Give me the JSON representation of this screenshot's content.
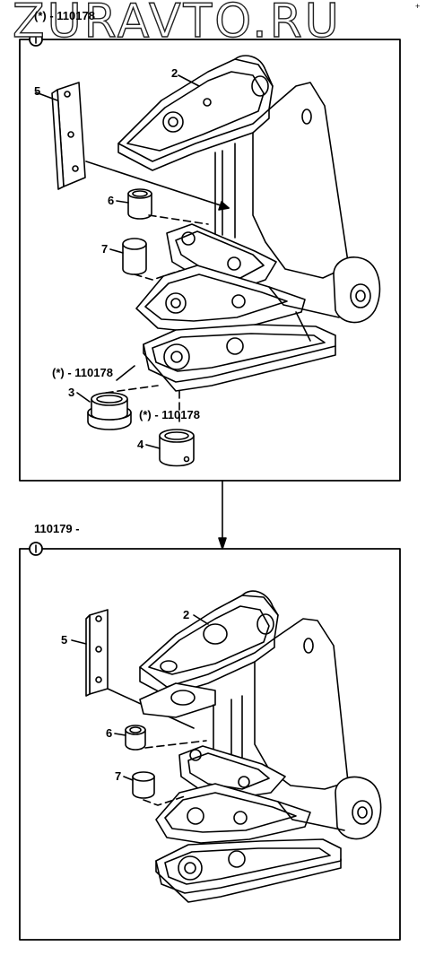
{
  "watermark": "ZURAVTO.RU",
  "top_panel": {
    "serial_range": "(*) - 110178",
    "marker": "1",
    "callouts": {
      "c2": "2",
      "c5": "5",
      "c6": "6",
      "c7": "7",
      "c3": "3",
      "c4": "4",
      "serial3": "(*) - 110178",
      "serial4": "(*) - 110178"
    }
  },
  "bottom_panel": {
    "serial_range": "110179 -",
    "marker": "1",
    "callouts": {
      "c2": "2",
      "c5": "5",
      "c6": "6",
      "c7": "7"
    }
  },
  "corner_mark": "+"
}
